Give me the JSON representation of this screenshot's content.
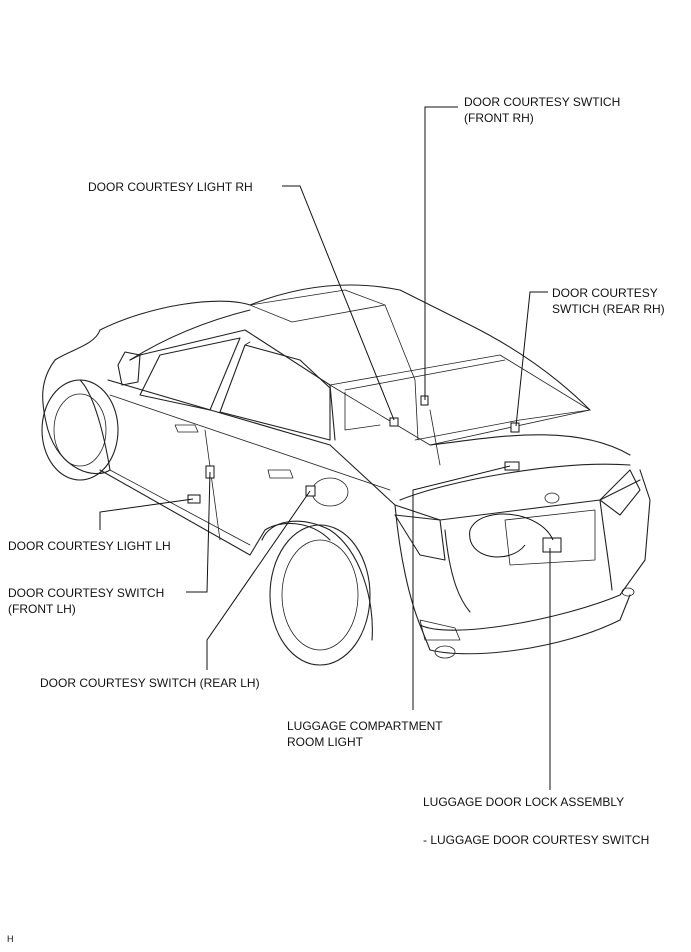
{
  "labels": {
    "door_courtesy_switch_front_rh": [
      "DOOR COURTESY SWTICH",
      "(FRONT RH)"
    ],
    "door_courtesy_light_rh": [
      "DOOR COURTESY LIGHT  RH"
    ],
    "door_courtesy_switch_rear_rh": [
      "DOOR COURTESY",
      "SWTICH (REAR RH)"
    ],
    "door_courtesy_light_lh": [
      "DOOR COURTESY LIGHT  LH"
    ],
    "door_courtesy_switch_front_lh": [
      "DOOR COURTESY SWITCH",
      "(FRONT LH)"
    ],
    "door_courtesy_switch_rear_lh": [
      "DOOR COURTESY SWITCH (REAR LH)"
    ],
    "luggage_compartment_room_light": [
      "LUGGAGE COMPARTMENT",
      "ROOM LIGHT"
    ],
    "luggage_door_lock_assembly": [
      "LUGGAGE DOOR LOCK ASSEMBLY"
    ],
    "luggage_door_courtesy_switch": [
      "- LUGGAGE DOOR COURTESY SWITCH"
    ]
  },
  "corner_mark": "H"
}
